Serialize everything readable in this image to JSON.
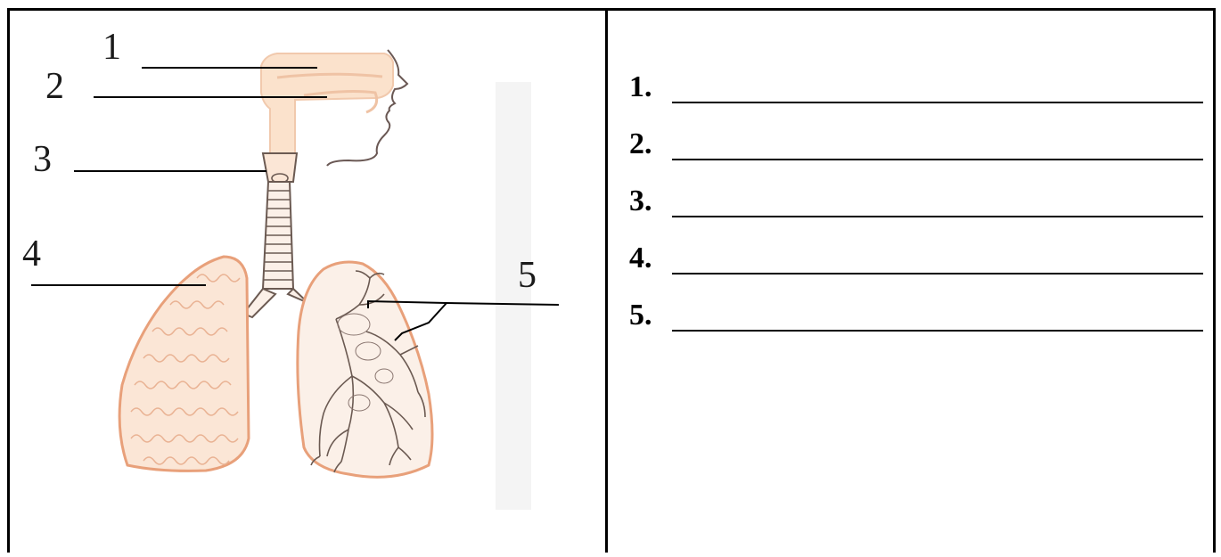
{
  "diagram": {
    "labels": [
      "1",
      "2",
      "3",
      "4",
      "5"
    ]
  },
  "answers": [
    {
      "number": "1."
    },
    {
      "number": "2."
    },
    {
      "number": "3."
    },
    {
      "number": "4."
    },
    {
      "number": "5."
    }
  ],
  "colors": {
    "border": "#000000",
    "tissue_fill": "#fbe6d6",
    "tissue_outline": "#e8a07a",
    "airway_outline": "#6b5a52"
  }
}
